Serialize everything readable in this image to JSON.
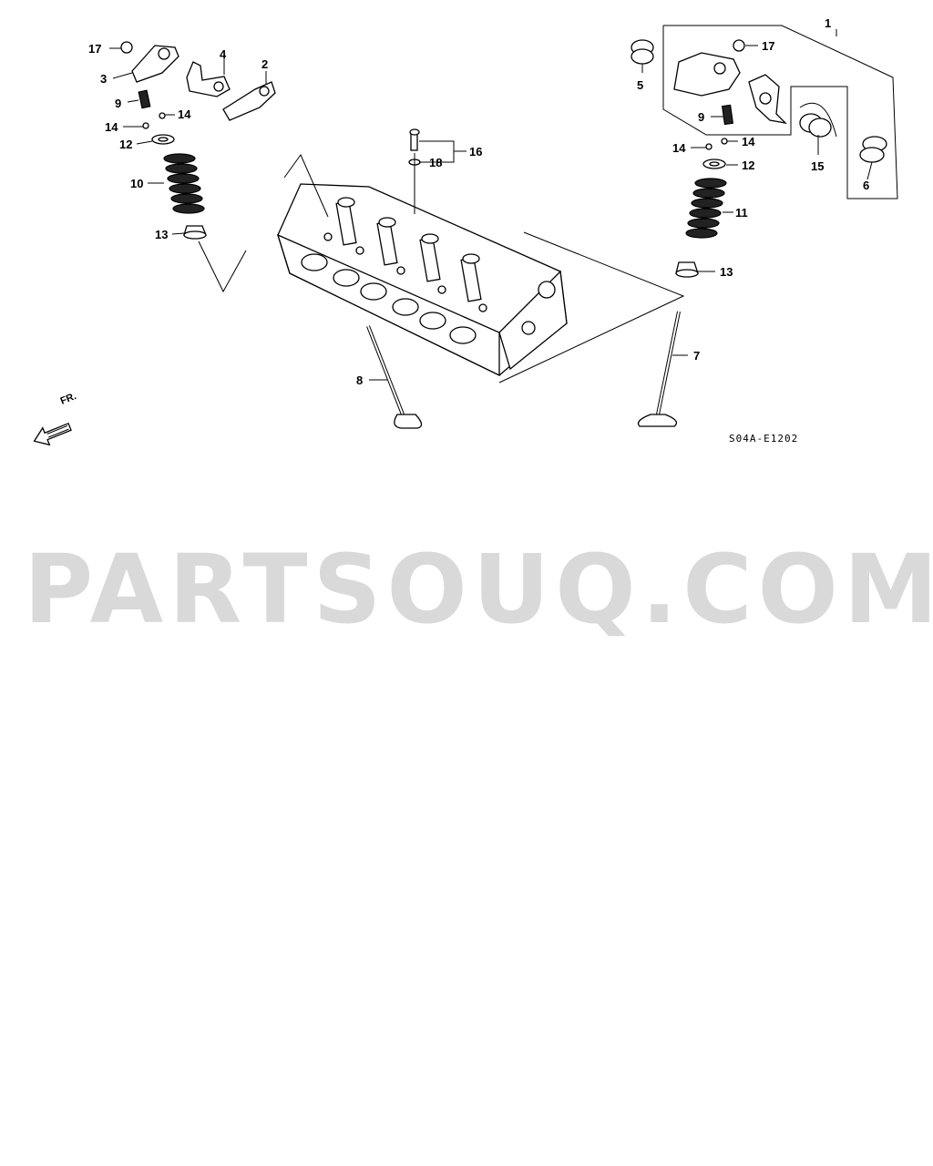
{
  "diagram": {
    "callouts": [
      "1",
      "2",
      "3",
      "4",
      "5",
      "6",
      "7",
      "8",
      "9",
      "9",
      "10",
      "11",
      "12",
      "12",
      "13",
      "13",
      "14",
      "14",
      "14",
      "14",
      "15",
      "16",
      "17",
      "17",
      "18"
    ],
    "direction_label": "FR.",
    "drawing_code": "S04A-E1202"
  },
  "watermark": {
    "text": "PARTSOUQ.COM",
    "color": "#d9d9d9"
  }
}
